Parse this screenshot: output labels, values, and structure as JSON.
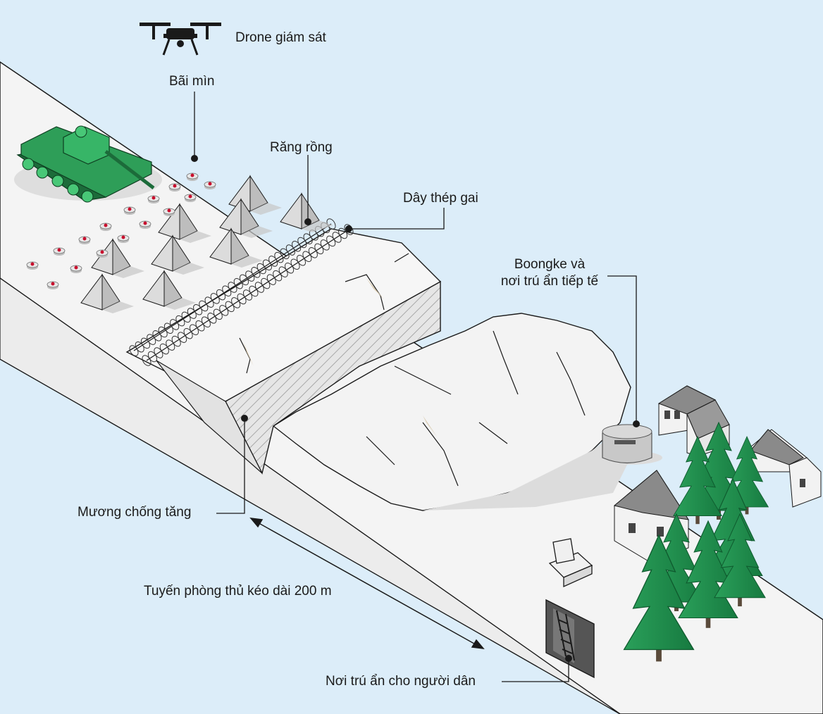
{
  "labels": {
    "drone": "Drone giám sát",
    "minefield": "Bãi mìn",
    "dragon_teeth": "Răng rồng",
    "barbed_wire": "Dây thép gai",
    "bunker_line1": "Boongke và",
    "bunker_line2": "nơi trú ẩn tiếp tế",
    "anti_tank_ditch": "Mương chống tăng",
    "defense_length": "Tuyến phòng thủ kéo dài 200 m",
    "civilian_shelter": "Nơi trú ẩn cho người dân"
  },
  "colors": {
    "sky": "#dcedf9",
    "ground": "#f4f4f4",
    "tank": "#2e9e58",
    "trees": "#1f8f4e",
    "houses": "#f2f2f2",
    "mines": "#c8102e"
  }
}
